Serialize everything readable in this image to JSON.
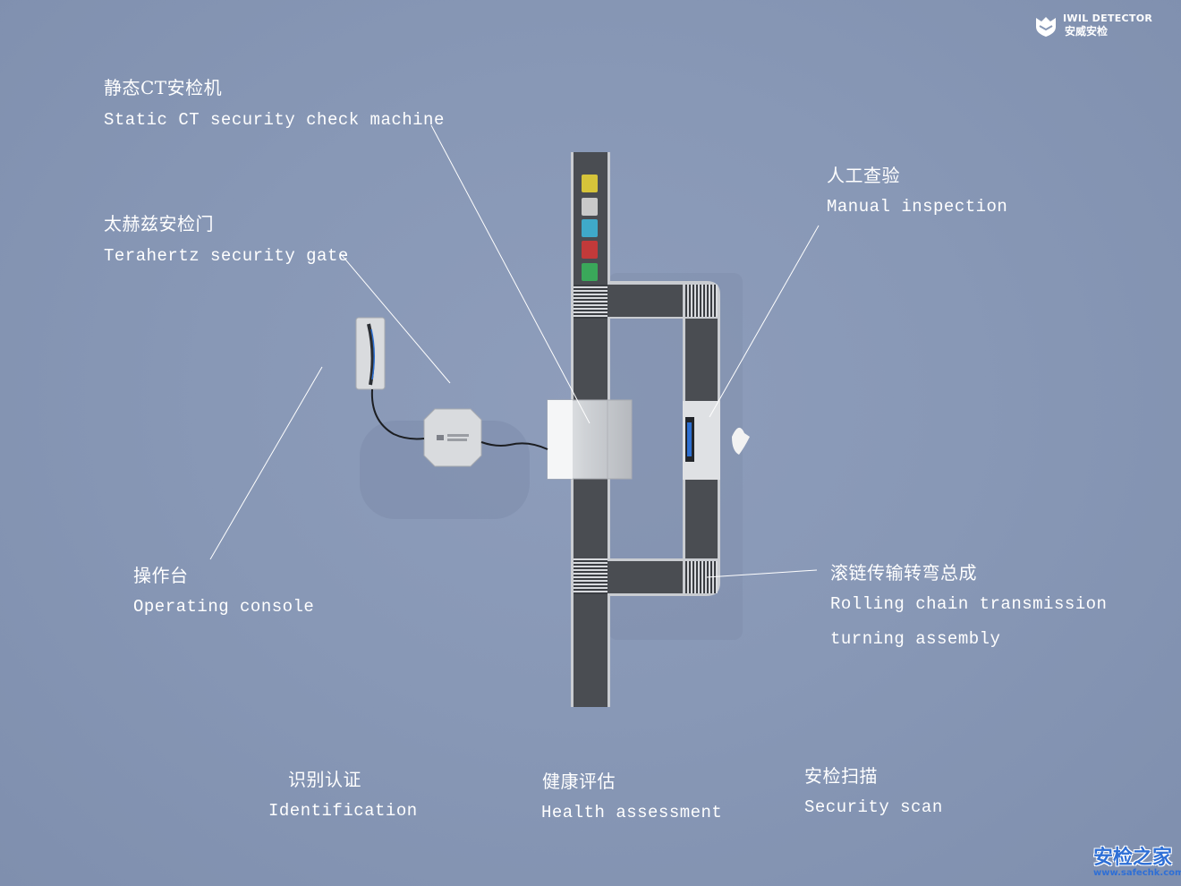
{
  "brand": {
    "name_en": "IWIL DETECTOR",
    "name_cn": "安威安检"
  },
  "watermark": {
    "name_cn": "安检之家",
    "url": "www.safechk.com"
  },
  "callouts": {
    "ct_machine": {
      "cn": "静态CT安检机",
      "en": "Static CT security check machine"
    },
    "terahertz_gate": {
      "cn": "太赫兹安检门",
      "en": "Terahertz security gate"
    },
    "manual_inspection": {
      "cn": "人工查验",
      "en": "Manual inspection"
    },
    "operating_console": {
      "cn": "操作台",
      "en": "Operating console"
    },
    "rolling_chain": {
      "cn": "滚链传输转弯总成",
      "en_line1": "Rolling chain transmission",
      "en_line2": "turning assembly"
    }
  },
  "stages": [
    {
      "cn": "识别认证",
      "en": "Identification"
    },
    {
      "cn": "健康评估",
      "en": "Health assessment"
    },
    {
      "cn": "安检扫描",
      "en": "Security scan"
    }
  ],
  "colors": {
    "background": "#8898b6",
    "conveyor": "#4a4d52",
    "frame": "#c8ccd2",
    "machine": "#d4d6da",
    "bins": [
      "#d6c43a",
      "#c9c9c9",
      "#3fa9c9",
      "#c23a3a",
      "#3aa85a"
    ]
  }
}
